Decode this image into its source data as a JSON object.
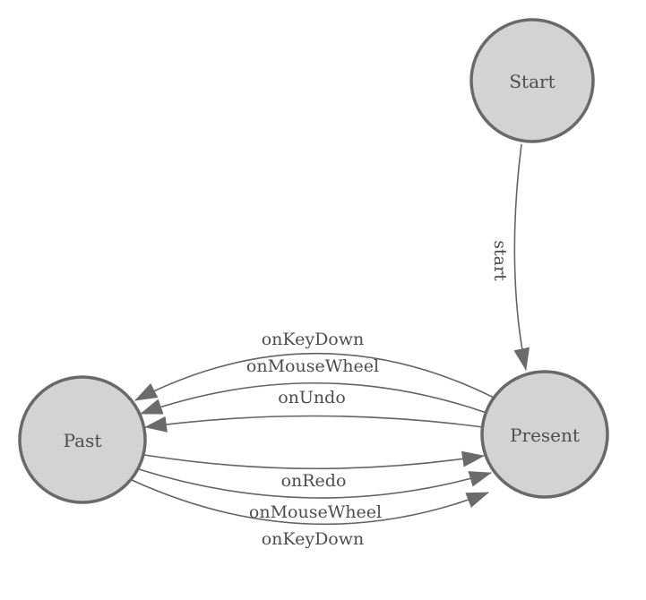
{
  "diagram_type": "state-machine",
  "colors": {
    "background": "#ffffff",
    "node_fill": "#d3d3d3",
    "node_border": "#696969",
    "edge_line": "#646464",
    "arrowhead_fill": "#6b6b6b",
    "text": "#4d4d4d"
  },
  "nodes": [
    {
      "id": "start",
      "label": "Start"
    },
    {
      "id": "present",
      "label": "Present"
    },
    {
      "id": "past",
      "label": "Past"
    }
  ],
  "edges": [
    {
      "from": "Start",
      "to": "Present",
      "label": "start"
    },
    {
      "from": "Present",
      "to": "Past",
      "label": "onKeyDown"
    },
    {
      "from": "Present",
      "to": "Past",
      "label": "onMouseWheel"
    },
    {
      "from": "Present",
      "to": "Past",
      "label": "onUndo"
    },
    {
      "from": "Past",
      "to": "Present",
      "label": "onRedo"
    },
    {
      "from": "Past",
      "to": "Present",
      "label": "onMouseWheel"
    },
    {
      "from": "Past",
      "to": "Present",
      "label": "onKeyDown"
    }
  ]
}
